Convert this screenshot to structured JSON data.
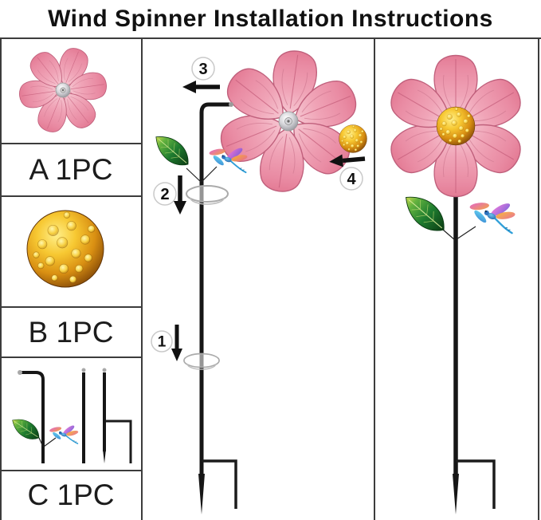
{
  "title": "Wind Spinner Installation Instructions",
  "parts": [
    {
      "id": "A",
      "label": "A 1PC",
      "component": "pink-flower"
    },
    {
      "id": "B",
      "label": "B 1PC",
      "component": "gold-ball"
    },
    {
      "id": "C",
      "label": "C 1PC",
      "component": "ground-stakes"
    }
  ],
  "steps": [
    {
      "number": "1",
      "arrow": "down"
    },
    {
      "number": "2",
      "arrow": "down"
    },
    {
      "number": "3",
      "arrow": "left"
    },
    {
      "number": "4",
      "arrow": "left"
    }
  ],
  "colors": {
    "petal_pink": "#f0a4b7",
    "petal_edge": "#c0607c",
    "flower_center_gold": "#f0b822",
    "leaf_green": "#1f7d30",
    "dragonfly_blue": "#2f9fd8",
    "pole_black": "#161616",
    "panel_border": "#3c3c3c",
    "step_arrow": "#111111",
    "step_circle_border": "#c9c9c9"
  }
}
